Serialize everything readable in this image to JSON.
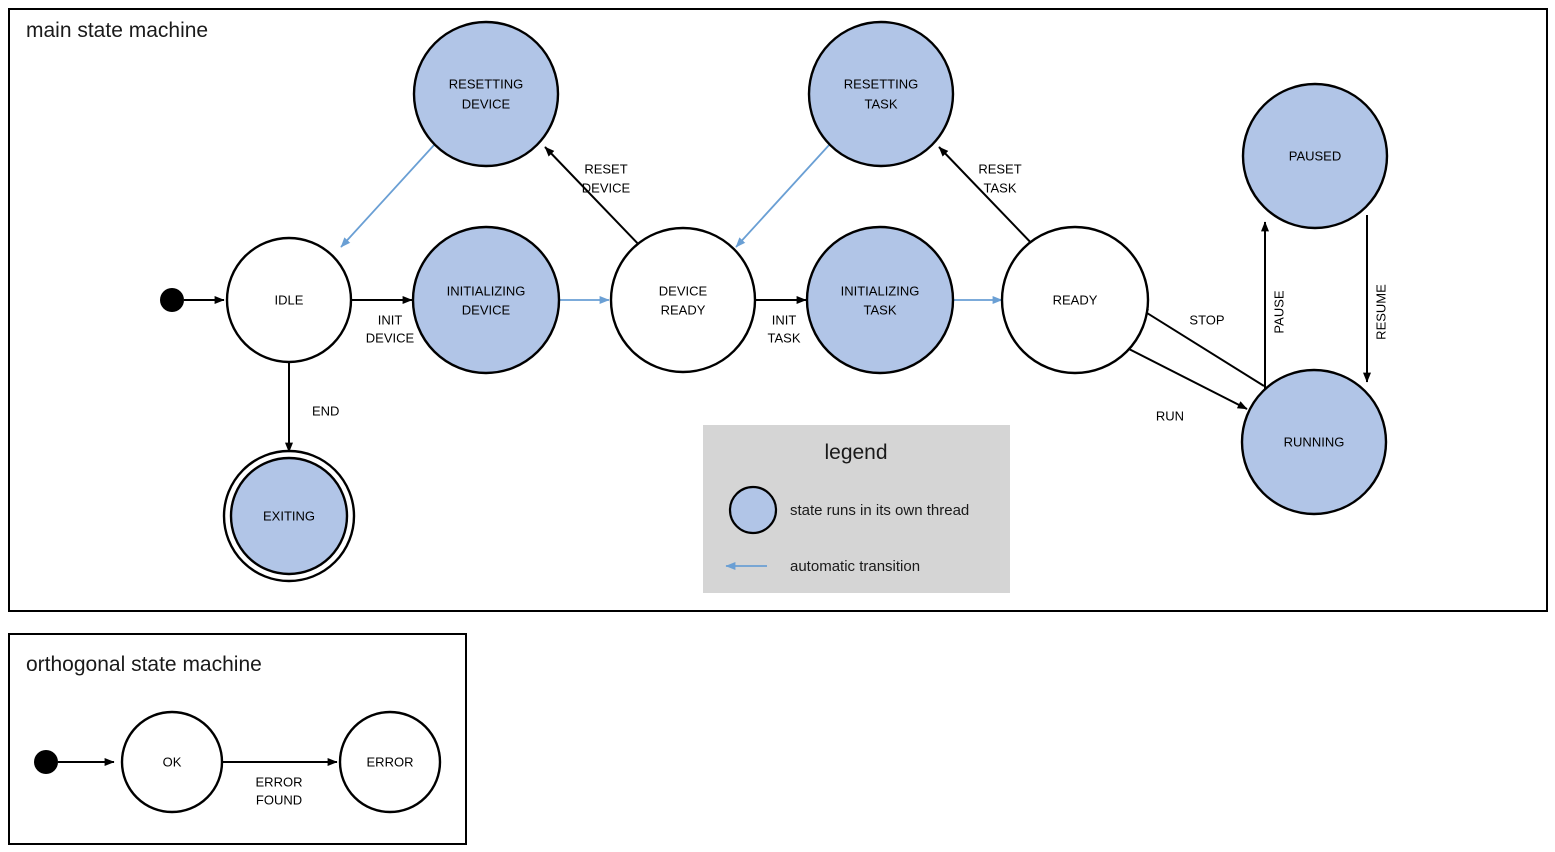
{
  "colors": {
    "thread_state_fill": "#b1c5e7",
    "plain_state_fill": "#ffffff",
    "stroke": "#000000",
    "auto_transition": "#6a9fd4",
    "legend_background": "#d5d5d5",
    "page_background": "#ffffff"
  },
  "main_machine": {
    "title": "main state machine",
    "states": [
      {
        "id": "idle",
        "label_line1": "IDLE",
        "label_line2": "",
        "threaded": false,
        "final": false
      },
      {
        "id": "resetting-device",
        "label_line1": "RESETTING",
        "label_line2": "DEVICE",
        "threaded": true,
        "final": false
      },
      {
        "id": "initializing-device",
        "label_line1": "INITIALIZING",
        "label_line2": "DEVICE",
        "threaded": true,
        "final": false
      },
      {
        "id": "device-ready",
        "label_line1": "DEVICE",
        "label_line2": "READY",
        "threaded": false,
        "final": false
      },
      {
        "id": "resetting-task",
        "label_line1": "RESETTING",
        "label_line2": "TASK",
        "threaded": true,
        "final": false
      },
      {
        "id": "initializing-task",
        "label_line1": "INITIALIZING",
        "label_line2": "TASK",
        "threaded": true,
        "final": false
      },
      {
        "id": "ready",
        "label_line1": "READY",
        "label_line2": "",
        "threaded": false,
        "final": false
      },
      {
        "id": "paused",
        "label_line1": "PAUSED",
        "label_line2": "",
        "threaded": true,
        "final": false
      },
      {
        "id": "running",
        "label_line1": "RUNNING",
        "label_line2": "",
        "threaded": true,
        "final": false
      },
      {
        "id": "exiting",
        "label_line1": "EXITING",
        "label_line2": "",
        "threaded": true,
        "final": true
      }
    ],
    "transitions": [
      {
        "id": "start-idle",
        "label_line1": "",
        "label_line2": "",
        "auto": false
      },
      {
        "id": "idle-initializing-device",
        "label_line1": "INIT",
        "label_line2": "DEVICE",
        "auto": false
      },
      {
        "id": "initializing-device-ready",
        "label_line1": "",
        "label_line2": "",
        "auto": true
      },
      {
        "id": "device-ready-initializing-task",
        "label_line1": "INIT",
        "label_line2": "TASK",
        "auto": false
      },
      {
        "id": "initializing-task-ready",
        "label_line1": "",
        "label_line2": "",
        "auto": true
      },
      {
        "id": "device-ready-resetting-device",
        "label_line1": "RESET",
        "label_line2": "DEVICE",
        "auto": false
      },
      {
        "id": "resetting-device-idle",
        "label_line1": "",
        "label_line2": "",
        "auto": true
      },
      {
        "id": "ready-resetting-task",
        "label_line1": "RESET",
        "label_line2": "TASK",
        "auto": false
      },
      {
        "id": "resetting-task-device-ready",
        "label_line1": "",
        "label_line2": "",
        "auto": true
      },
      {
        "id": "idle-exiting",
        "label_line1": "END",
        "label_line2": "",
        "auto": false
      },
      {
        "id": "ready-running",
        "label_line1": "RUN",
        "label_line2": "",
        "auto": false
      },
      {
        "id": "running-ready",
        "label_line1": "STOP",
        "label_line2": "",
        "auto": false
      },
      {
        "id": "running-paused",
        "label_line1": "PAUSE",
        "label_line2": "",
        "auto": false
      },
      {
        "id": "paused-running",
        "label_line1": "RESUME",
        "label_line2": "",
        "auto": false
      }
    ]
  },
  "legend": {
    "title": "legend",
    "thread_item_text": "state runs in its own thread",
    "auto_item_text": "automatic transition"
  },
  "orthogonal_machine": {
    "title": "orthogonal state machine",
    "states": [
      {
        "id": "ok",
        "label_line1": "OK",
        "label_line2": "",
        "threaded": false,
        "final": false
      },
      {
        "id": "error",
        "label_line1": "ERROR",
        "label_line2": "",
        "threaded": false,
        "final": false
      }
    ],
    "transitions": [
      {
        "id": "start-ok",
        "label_line1": "",
        "label_line2": "",
        "auto": false
      },
      {
        "id": "ok-error",
        "label_line1": "ERROR",
        "label_line2": "FOUND",
        "auto": false
      }
    ]
  }
}
